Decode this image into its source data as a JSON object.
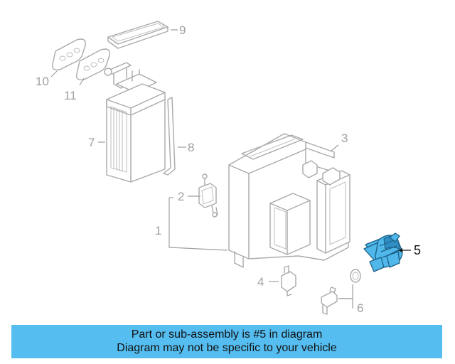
{
  "diagram": {
    "callouts": [
      {
        "id": "1",
        "label": "1"
      },
      {
        "id": "2",
        "label": "2"
      },
      {
        "id": "3",
        "label": "3"
      },
      {
        "id": "4",
        "label": "4"
      },
      {
        "id": "5",
        "label": "5"
      },
      {
        "id": "6",
        "label": "6"
      },
      {
        "id": "7",
        "label": "7"
      },
      {
        "id": "8",
        "label": "8"
      },
      {
        "id": "9",
        "label": "9"
      },
      {
        "id": "10",
        "label": "10"
      },
      {
        "id": "11",
        "label": "11"
      }
    ],
    "highlighted_part": "5",
    "highlight_color": "#4fb7ea",
    "line_color": "#a9a9a9"
  },
  "banner": {
    "line1": "Part or sub-assembly is #5 in diagram",
    "line2": "Diagram may not be specific to your vehicle",
    "background": "#55bdf0"
  }
}
